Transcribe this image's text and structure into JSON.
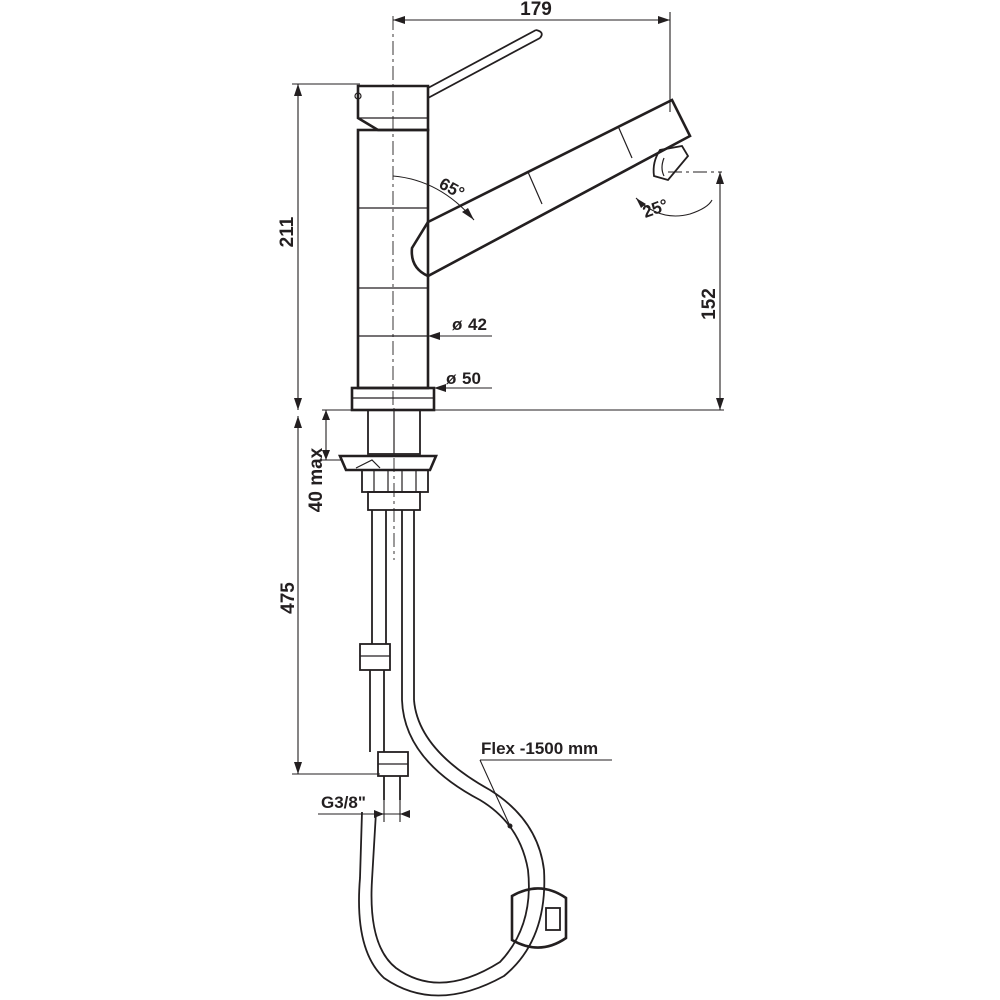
{
  "dimensions": {
    "overall_width": "179",
    "body_height": "211",
    "spout_height": "152",
    "mount_depth": "40 max",
    "hose_length": "475",
    "handle_angle": "65°",
    "spout_angle": "25°",
    "body_diameter": "42",
    "base_diameter": "50",
    "diameter_symbol": "ø",
    "connection_thread": "G3/8\"",
    "flex_hose": "Flex -1500 mm"
  }
}
